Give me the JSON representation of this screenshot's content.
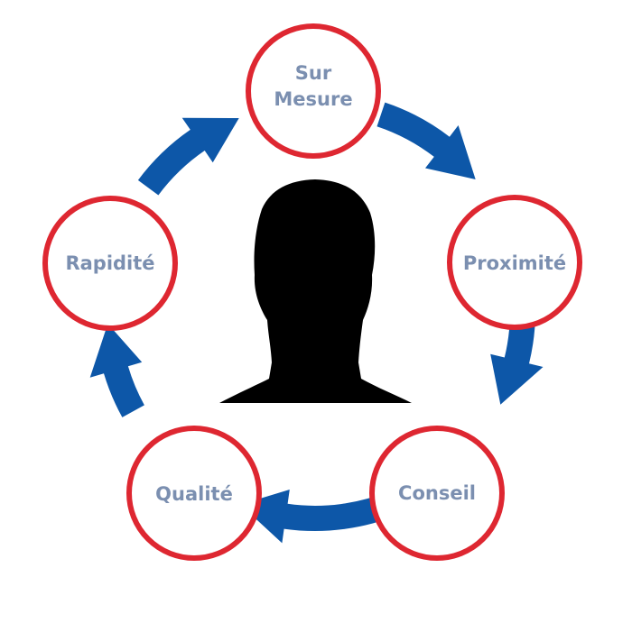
{
  "diagram": {
    "center_figure": "person-silhouette-icon",
    "colors": {
      "arrow": "#0d57a8",
      "node_border": "#de2731",
      "node_fill": "#ffffff",
      "label": "#7b8fb0",
      "silhouette": "#000000"
    },
    "nodes": [
      {
        "id": "sur-mesure",
        "lines": [
          "Sur",
          "Mesure"
        ]
      },
      {
        "id": "proximite",
        "lines": [
          "Proximité"
        ]
      },
      {
        "id": "conseil",
        "lines": [
          "Conseil"
        ]
      },
      {
        "id": "qualite",
        "lines": [
          "Qualité"
        ]
      },
      {
        "id": "rapidite",
        "lines": [
          "Rapidité"
        ]
      }
    ],
    "flow": "clockwise"
  }
}
